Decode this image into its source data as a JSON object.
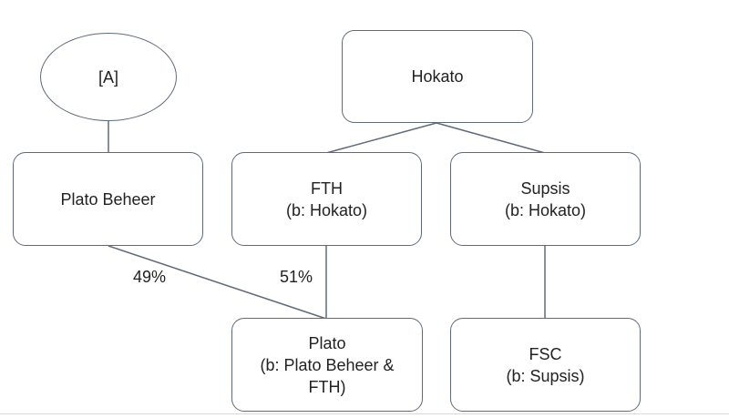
{
  "diagram": {
    "nodes": {
      "a": {
        "line1": "[A]"
      },
      "plato_beheer": {
        "line1": "Plato Beheer"
      },
      "hokato": {
        "line1": "Hokato"
      },
      "fth": {
        "line1": "FTH",
        "line2": "(b: Hokato)"
      },
      "supsis": {
        "line1": "Supsis",
        "line2": "(b: Hokato)"
      },
      "plato": {
        "line1": "Plato",
        "line2": "(b: Plato Beheer &",
        "line3": "FTH)"
      },
      "fsc": {
        "line1": "FSC",
        "line2": "(b: Supsis)"
      }
    },
    "edge_labels": {
      "plato_beheer_to_plato": "49%",
      "fth_to_plato": "51%"
    }
  },
  "colors": {
    "border": "#5f6b7a",
    "line": "#5f6b7a",
    "text": "#222222"
  }
}
